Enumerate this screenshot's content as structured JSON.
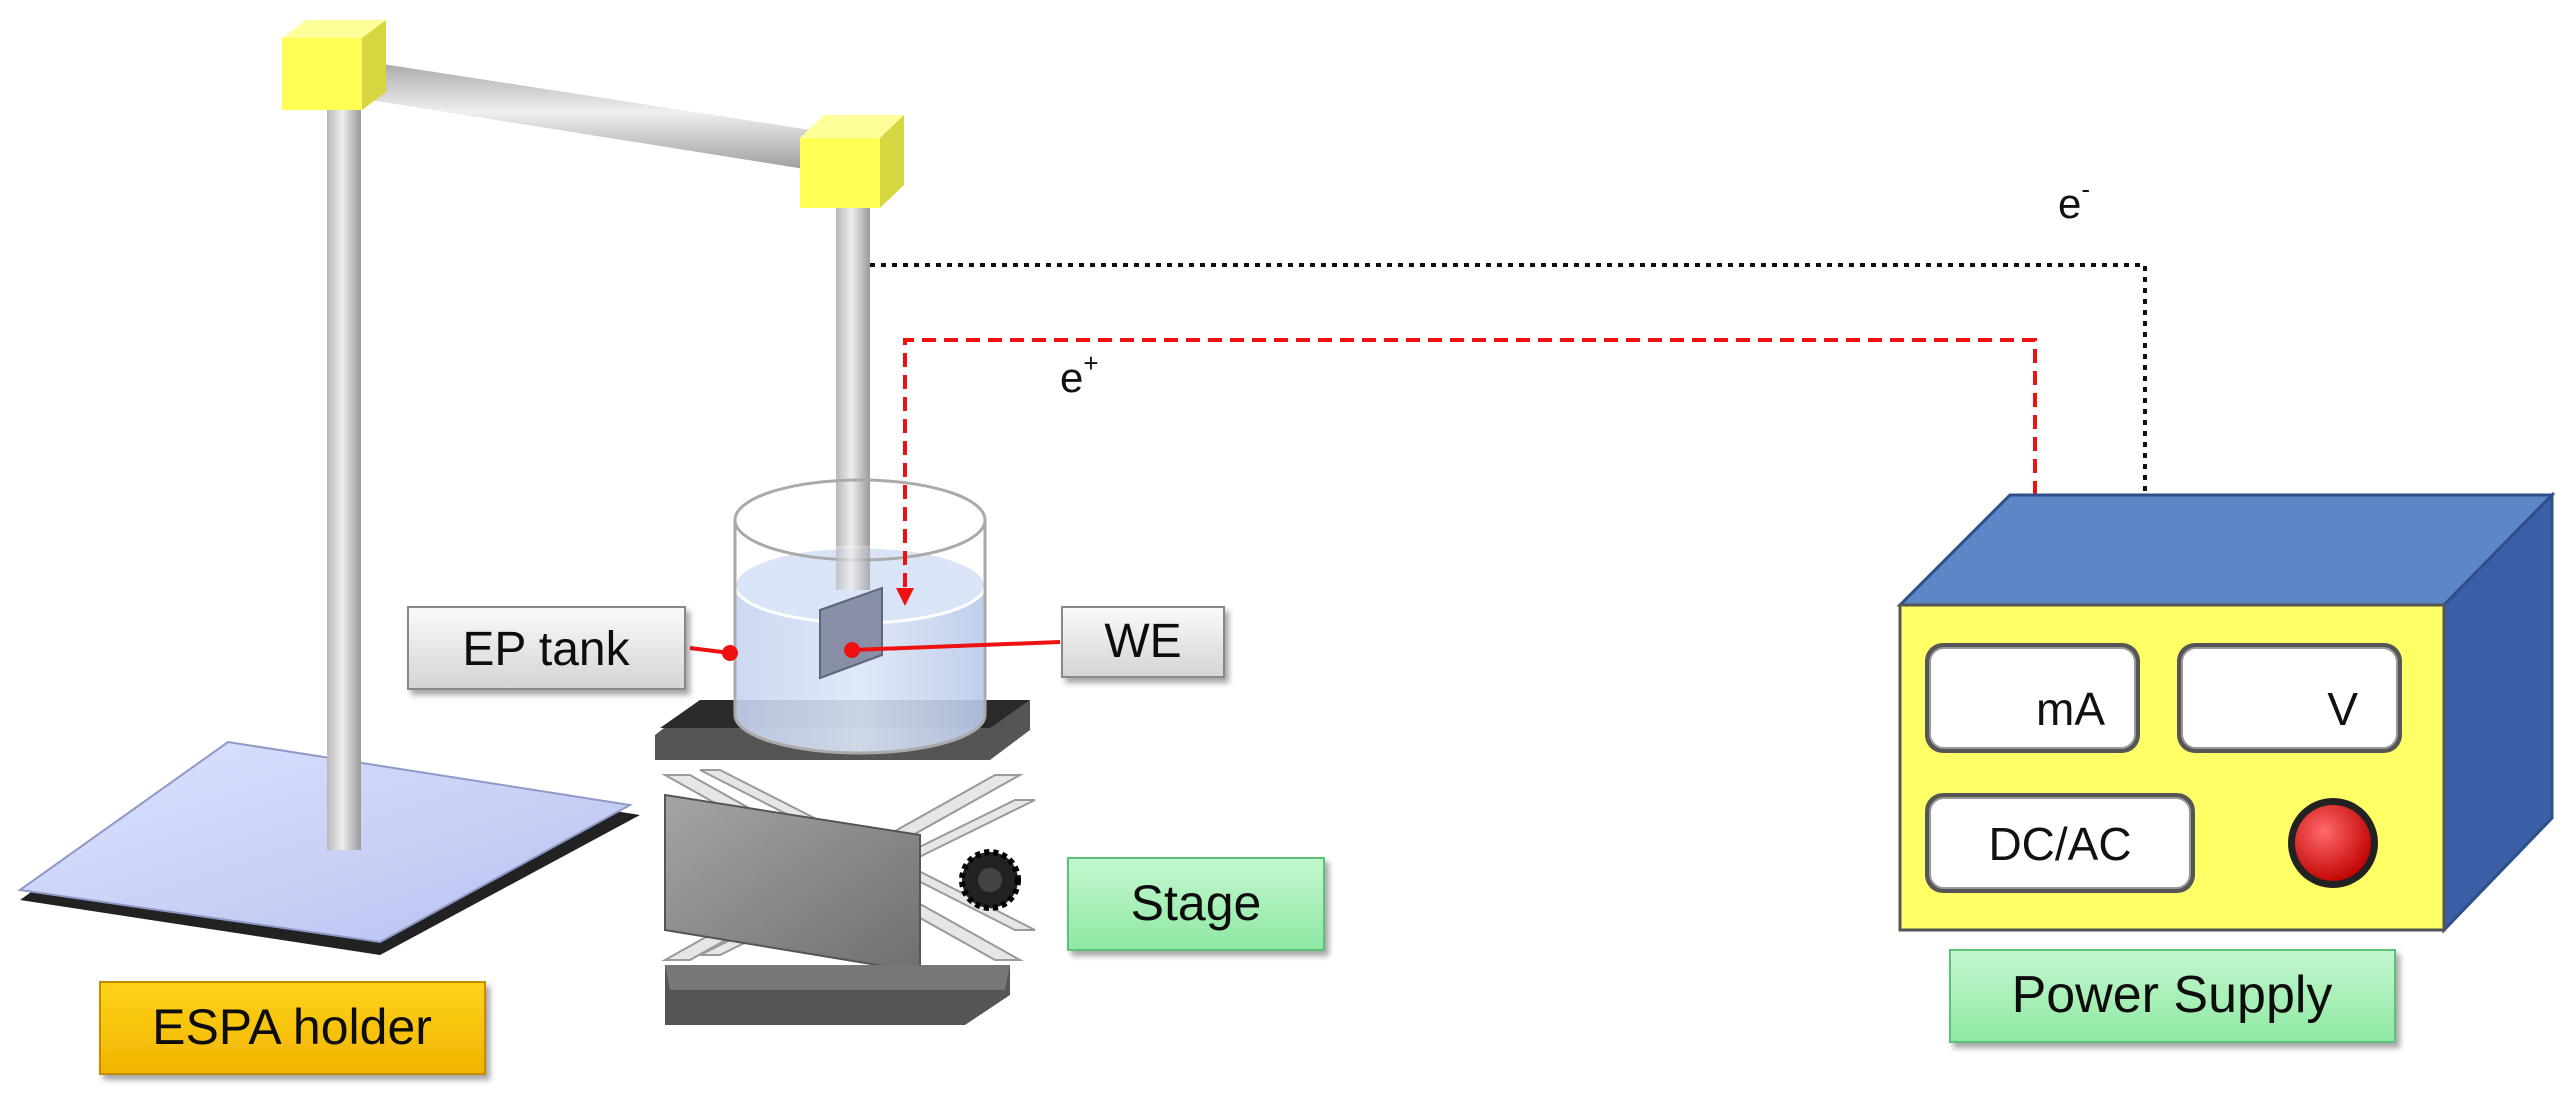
{
  "labels": {
    "ep_tank": "EP tank",
    "we": "WE",
    "stage": "Stage",
    "espa_holder": "ESPA holder",
    "power_supply": "Power Supply",
    "electron_neg": "e",
    "electron_neg_sup": "-",
    "electron_pos": "e",
    "electron_pos_sup": "+"
  },
  "power_supply_panel": {
    "current_display": "mA",
    "voltage_display": "V",
    "mode_button": "DC/AC"
  },
  "colors": {
    "label_box": "#e4e4e4",
    "stage_box": "#a6f0b8",
    "holder_box": "#ffcc00",
    "joint": "#ffff66",
    "supply_front": "#ffff66",
    "supply_top": "#5b86c8",
    "supply_side": "#3a5fa6",
    "positive_wire": "#ee1111",
    "negative_wire": "#111111",
    "power_button": "#dd0000"
  }
}
